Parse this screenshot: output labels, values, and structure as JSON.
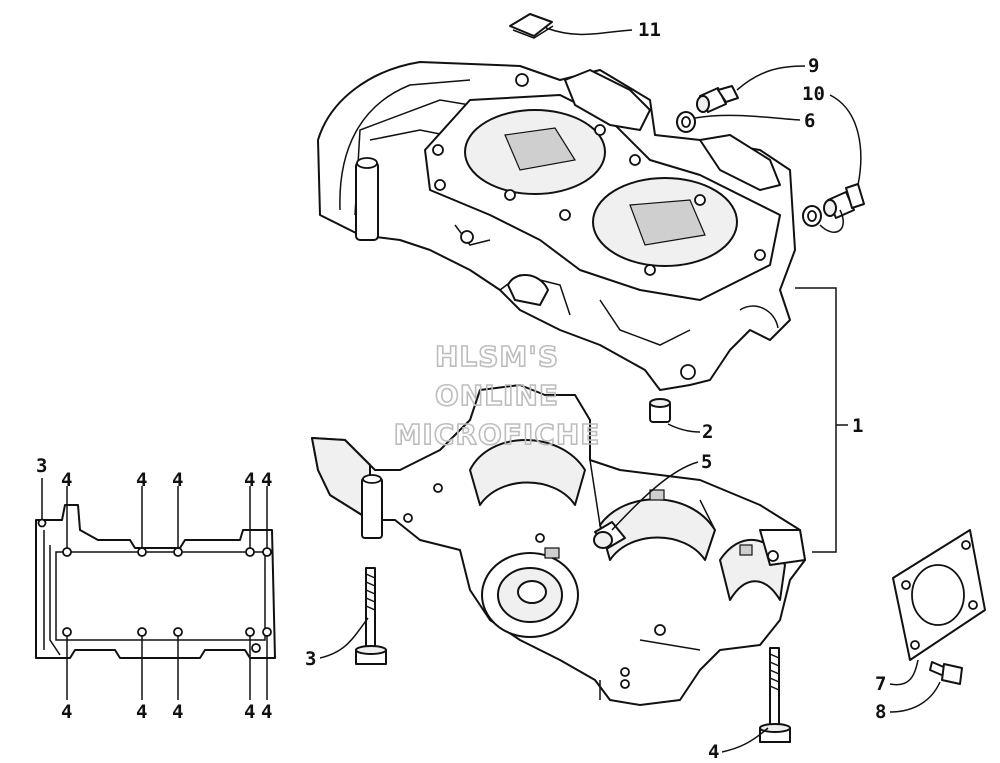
{
  "watermark": {
    "line1": "HLSM'S",
    "line2": "ONLINE",
    "line3": "MICROFICHE"
  },
  "callouts": {
    "c1": "1",
    "c2": "2",
    "c3a": "3",
    "c3b": "3",
    "c4_gasket_top_1": "4",
    "c4_gasket_top_2": "4",
    "c4_gasket_top_3": "4",
    "c4_gasket_top_4": "4",
    "c4_gasket_top_5": "4",
    "c4_gasket_bot_1": "4",
    "c4_gasket_bot_2": "4",
    "c4_gasket_bot_3": "4",
    "c4_gasket_bot_4": "4",
    "c4_gasket_bot_5": "4",
    "c4_bolt": "4",
    "c5": "5",
    "c6": "6",
    "c7": "7",
    "c8": "8",
    "c9": "9",
    "c10": "10",
    "c11": "11"
  }
}
